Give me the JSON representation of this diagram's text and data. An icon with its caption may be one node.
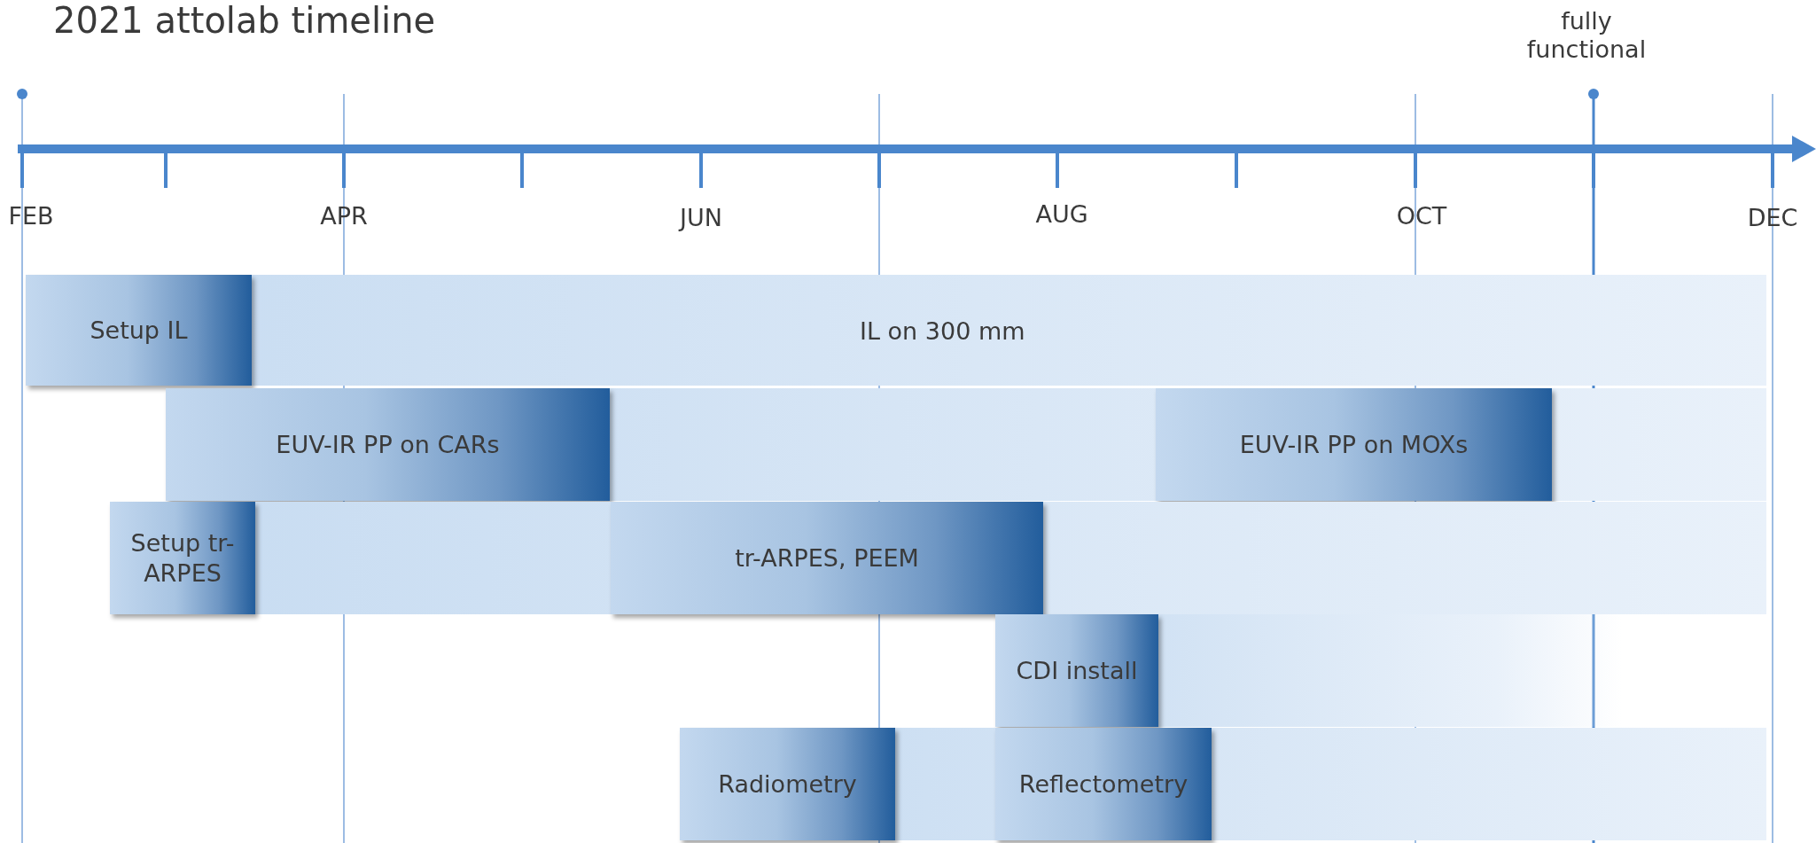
{
  "diagram": {
    "title": "2021 attolab timeline",
    "nodes": [
      {
        "text": [
          "IL on 300 mm"
        ]
      },
      {
        "text": [
          "Setup IL"
        ],
        "in": 0
      },
      {
        "text": [],
        "shape": "bar"
      },
      {
        "text": [
          "EUV-IR PP on CARs"
        ],
        "in": 2
      },
      {
        "text": [
          "EUV-IR PP on MOXs"
        ],
        "in": 2
      },
      {
        "text": [],
        "shape": "bar"
      },
      {
        "text": [
          "Setup tr-ARPES"
        ],
        "in": 5
      },
      {
        "text": [
          "tr-ARPES, PEEM"
        ],
        "in": 5
      },
      {
        "text": [],
        "shape": "bar"
      },
      {
        "text": [
          "CDI install"
        ],
        "in": 8
      },
      {
        "text": [],
        "shape": "bar"
      },
      {
        "text": [
          "Radiometry"
        ],
        "in": 10
      },
      {
        "text": [
          "Reflectometry"
        ],
        "in": 10
      }
    ],
    "labels": [
      "FEB",
      "APR",
      "JUN",
      "AUG",
      "OCT",
      "DEC",
      "fully functional"
    ]
  }
}
